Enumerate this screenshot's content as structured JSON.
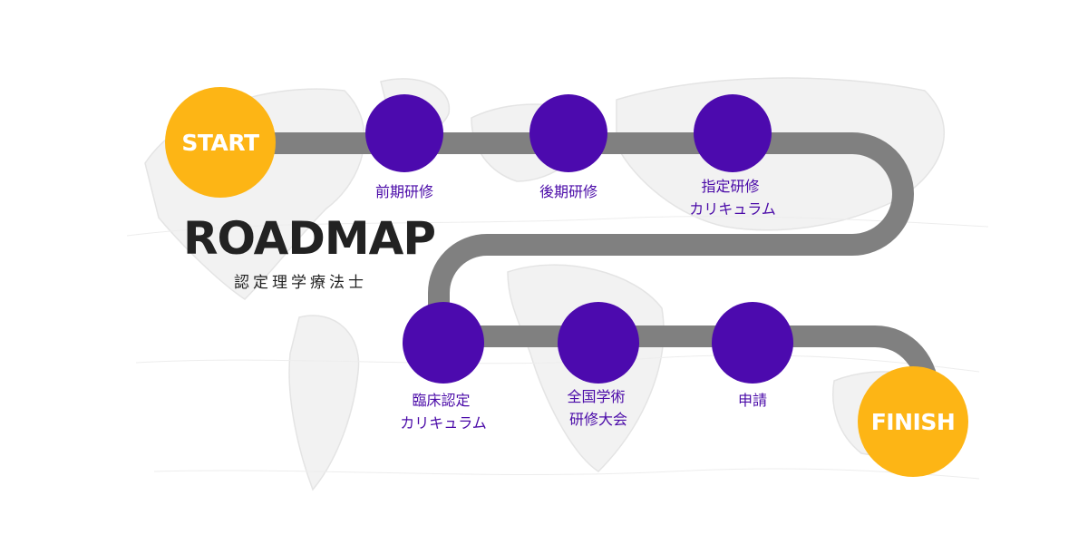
{
  "title": "ROADMAP",
  "subtitle": "認定理学療法士",
  "start_label": "START",
  "finish_label": "FINISH",
  "steps": [
    {
      "lines": [
        "前期研修"
      ]
    },
    {
      "lines": [
        "後期研修"
      ]
    },
    {
      "lines": [
        "指定研修",
        "カリキュラム"
      ]
    },
    {
      "lines": [
        "臨床認定",
        "カリキュラム"
      ]
    },
    {
      "lines": [
        "全国学術",
        "研修大会"
      ]
    },
    {
      "lines": [
        "申請"
      ]
    }
  ],
  "colors": {
    "road": "#808080",
    "step": "#4c0aae",
    "endpoint": "#fdb515",
    "step_text": "#4a0aa8",
    "background_map": "#e9e9e9"
  }
}
